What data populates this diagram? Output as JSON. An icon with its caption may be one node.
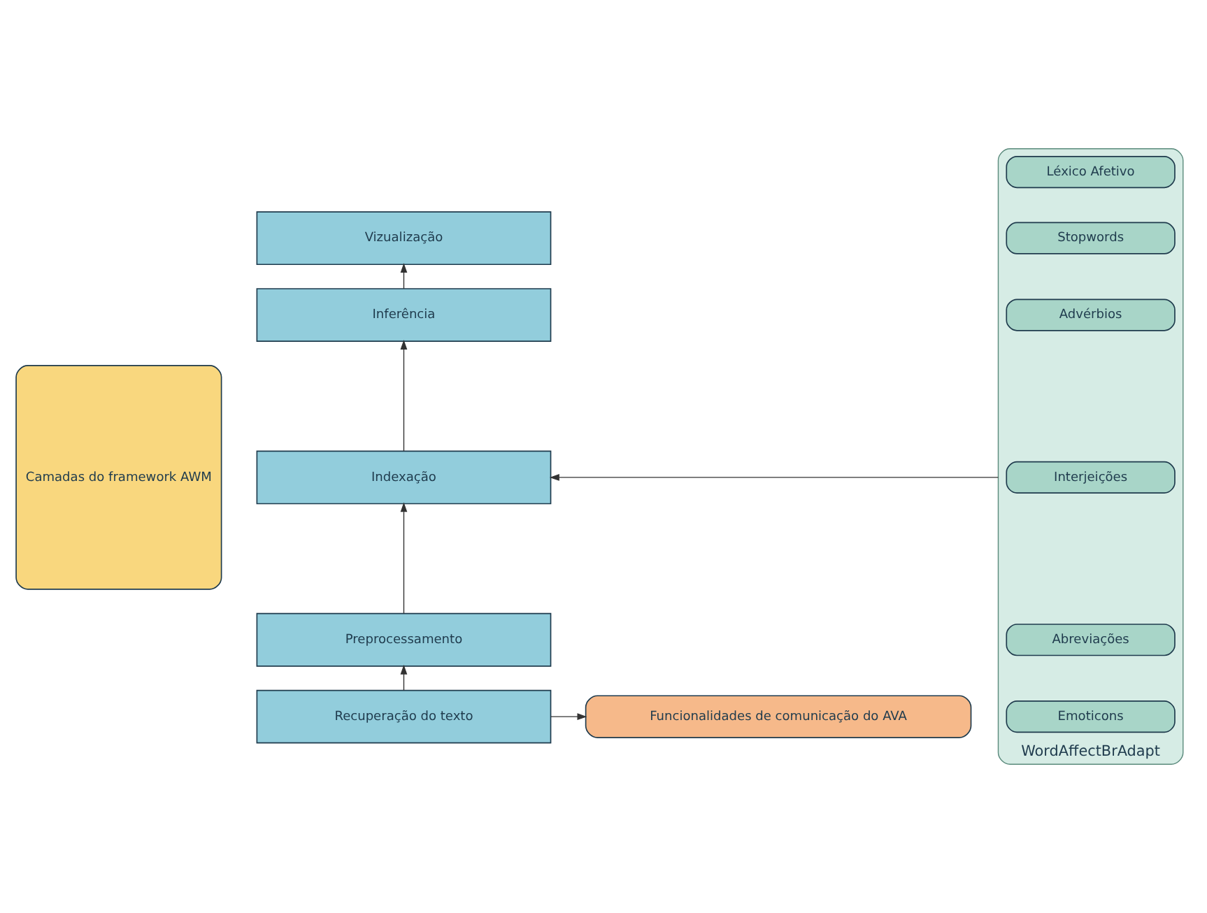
{
  "diagram": {
    "nodes": [
      {
        "text": [
          "Camadas do framework AWM"
        ]
      },
      {
        "text": [
          "Vizualização"
        ]
      },
      {
        "text": [
          "Inferência"
        ]
      },
      {
        "text": [
          "Indexação"
        ]
      },
      {
        "text": [
          "Preprocessamento"
        ]
      },
      {
        "text": [
          "Recuperação do texto"
        ]
      },
      {
        "text": [
          "WordAffectBrAdapt"
        ]
      },
      {
        "text": [
          "Léxico Afetivo"
        ],
        "in": 6
      },
      {
        "text": [
          "Stopwords"
        ],
        "in": 6
      },
      {
        "text": [
          "Advérbios"
        ],
        "in": 6
      },
      {
        "text": [
          "Interjeições"
        ],
        "in": 6
      },
      {
        "text": [
          "Abreviações"
        ],
        "in": 6
      },
      {
        "text": [
          "Emoticons"
        ],
        "in": 6
      },
      {
        "text": [
          "Funcionalidades de comunicação do AVA"
        ]
      }
    ],
    "edges": [
      {
        "from": 5,
        "to": 4,
        "arrow": "to"
      },
      {
        "from": 4,
        "to": 3,
        "arrow": "to"
      },
      {
        "from": 3,
        "to": 2,
        "arrow": "to"
      },
      {
        "from": 2,
        "to": 1,
        "arrow": "to"
      },
      {
        "from": 5,
        "to": 13,
        "arrow": "to"
      },
      {
        "from": 6,
        "to": 3,
        "arrow": "to"
      }
    ]
  }
}
